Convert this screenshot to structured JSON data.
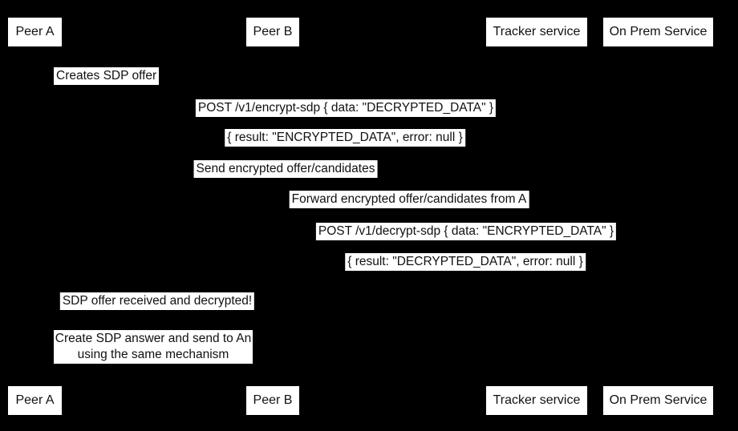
{
  "colors": {
    "background": "#000000",
    "box_fill": "#ffffff",
    "text": "#111111"
  },
  "participants": [
    {
      "label": "Peer A"
    },
    {
      "label": "Peer B"
    },
    {
      "label": "Tracker service"
    },
    {
      "label": "On Prem Service"
    }
  ],
  "messages": [
    {
      "label": "Creates SDP offer"
    },
    {
      "label": "POST /v1/encrypt-sdp { data: \"DECRYPTED_DATA\" }"
    },
    {
      "label": "{ result: \"ENCRYPTED_DATA\", error: null }"
    },
    {
      "label": "Send encrypted offer/candidates"
    },
    {
      "label": "Forward encrypted offer/candidates from A"
    },
    {
      "label": "POST /v1/decrypt-sdp { data: \"ENCRYPTED_DATA\" }"
    },
    {
      "label": "{ result: \"DECRYPTED_DATA\", error: null }"
    },
    {
      "label": "SDP offer received and decrypted!"
    }
  ],
  "note": {
    "line1": "Create SDP answer and send to An",
    "line2": "using the same mechanism"
  }
}
